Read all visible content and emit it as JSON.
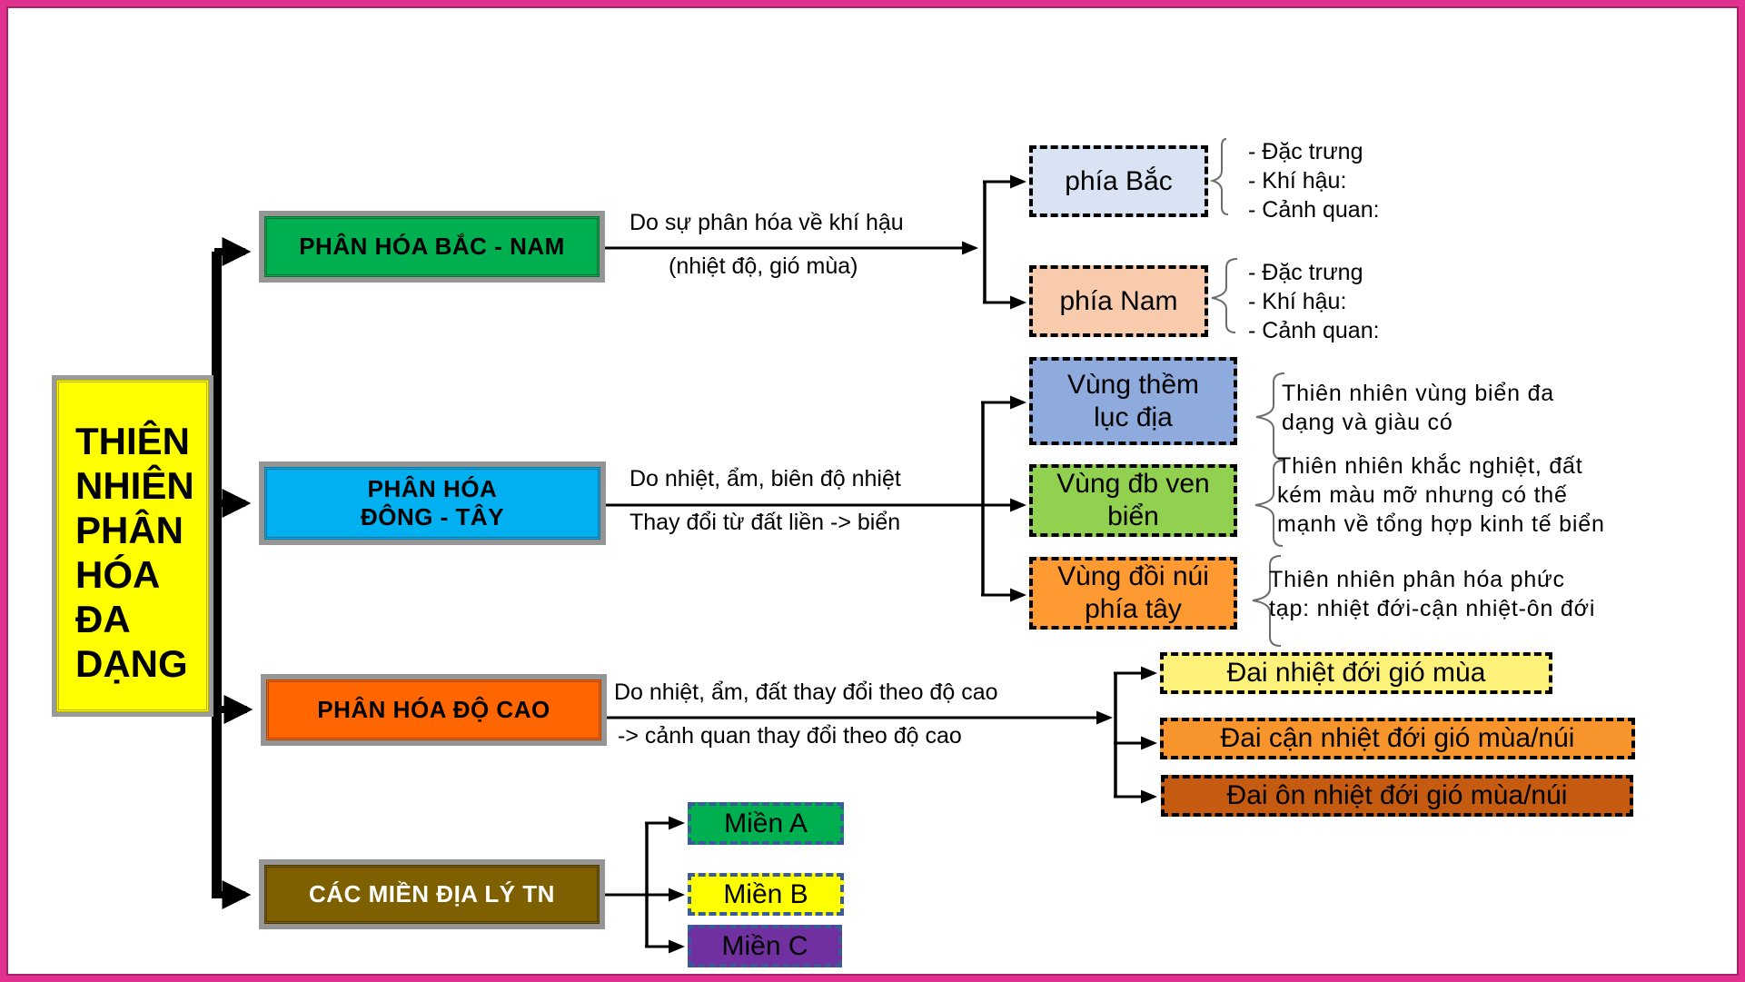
{
  "title": "THIÊN\nNHIÊN\nPHÂN\nHÓA\nĐA\nDẠNG",
  "colors": {
    "frame": "#e0318f",
    "main": "#ffff00",
    "bac_nam": "#00b050",
    "dong_tay": "#00b0f0",
    "do_cao": "#ff6600",
    "cac_mien": "#7f6000"
  },
  "bac_nam": {
    "label": "PHÂN HÓA BẮC - NAM",
    "edge_top": "Do sự phân hóa về khí hậu",
    "edge_bottom": "(nhiệt độ, gió mùa)",
    "children": [
      {
        "label": "phía Bắc",
        "bullets": [
          "- Đặc trưng",
          "- Khí hậu:",
          "- Cảnh quan:"
        ]
      },
      {
        "label": "phía Nam",
        "bullets": [
          "- Đặc trưng",
          "- Khí hậu:",
          "- Cảnh quan:"
        ]
      }
    ]
  },
  "dong_tay": {
    "label": "PHÂN HÓA\nĐÔNG - TÂY",
    "edge_top": "Do nhiệt, ẩm, biên độ nhiệt",
    "edge_bottom": "Thay đổi từ đất liền -> biển",
    "children": [
      {
        "label": "Vùng thềm\nlục địa",
        "desc": "Thiên nhiên vùng biển đa\ndạng và giàu có"
      },
      {
        "label": "Vùng đb ven\nbiển",
        "desc": "Thiên nhiên khắc nghiệt, đất\nkém màu mỡ nhưng có thế\nmạnh về tổng hợp kinh tế biển"
      },
      {
        "label": "Vùng đồi núi\nphía tây",
        "desc": "Thiên nhiên phân hóa phức\ntạp: nhiệt đới-cận nhiệt-ôn đới"
      }
    ]
  },
  "do_cao": {
    "label": "PHÂN HÓA ĐỘ CAO",
    "edge_top": "Do nhiệt, ẩm, đất thay đổi theo độ cao",
    "edge_bottom": "-> cảnh quan thay đổi theo độ cao",
    "children": [
      {
        "label": "Đai nhiệt đới gió mùa"
      },
      {
        "label": "Đai cận nhiệt đới gió mùa/núi"
      },
      {
        "label": "Đai ôn nhiệt đới gió mùa/núi"
      }
    ]
  },
  "cac_mien": {
    "label": "CÁC MIỀN ĐỊA LÝ TN",
    "children": [
      {
        "label": "Miền A"
      },
      {
        "label": "Miền B"
      },
      {
        "label": "Miền C"
      }
    ]
  }
}
